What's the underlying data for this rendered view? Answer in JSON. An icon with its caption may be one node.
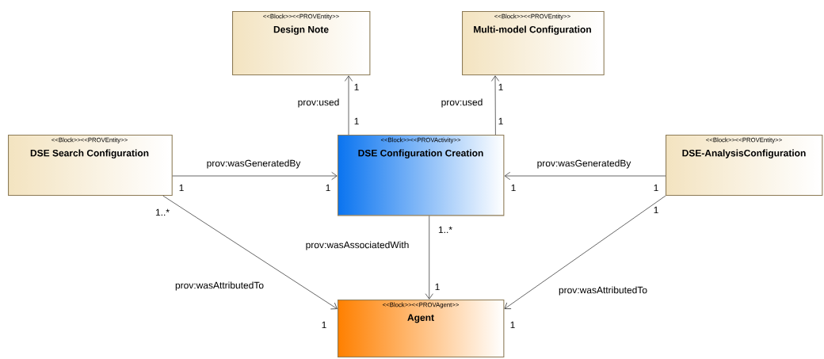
{
  "diagram": {
    "nodes": [
      {
        "text": [
          "<<Block>><<PROVEntity>>",
          "Design Note"
        ]
      },
      {
        "text": [
          "<<Block>><<PROVEntity>>",
          "Multi-model Configuration"
        ]
      },
      {
        "text": [
          "<<Block>><<PROVEntity>>",
          "DSE Search Configuration"
        ]
      },
      {
        "text": [
          "<<Block>><<PROVActivity>>",
          "DSE Configuration Creation"
        ]
      },
      {
        "text": [
          "<<Block>><<PROVEntity>>",
          "DSE-AnalysisConfiguration"
        ]
      },
      {
        "text": [
          "<<Block>><<PROVAgent>>",
          "Agent"
        ]
      }
    ],
    "edges": [
      {
        "from": 3,
        "to": 0,
        "arrow": "to",
        "label": "prov:used"
      },
      {
        "from": 3,
        "to": 1,
        "arrow": "to",
        "label": "prov:used"
      },
      {
        "from": 2,
        "to": 3,
        "arrow": "to",
        "label": "prov:wasGeneratedBy"
      },
      {
        "from": 4,
        "to": 3,
        "arrow": "to",
        "label": "prov:wasGeneratedBy"
      },
      {
        "from": 3,
        "to": 5,
        "arrow": "to",
        "label": "prov:wasAssociatedWith"
      },
      {
        "from": 2,
        "to": 5,
        "arrow": "to",
        "label": "prov:wasAttributedTo"
      },
      {
        "from": 4,
        "to": 5,
        "arrow": "to",
        "label": "prov:wasAttributedTo"
      }
    ],
    "labels": [
      "1",
      "1",
      "1",
      "1",
      "1",
      "1",
      "1",
      "1",
      "1..*",
      "1",
      "1..*",
      "1",
      "1",
      "1"
    ]
  }
}
